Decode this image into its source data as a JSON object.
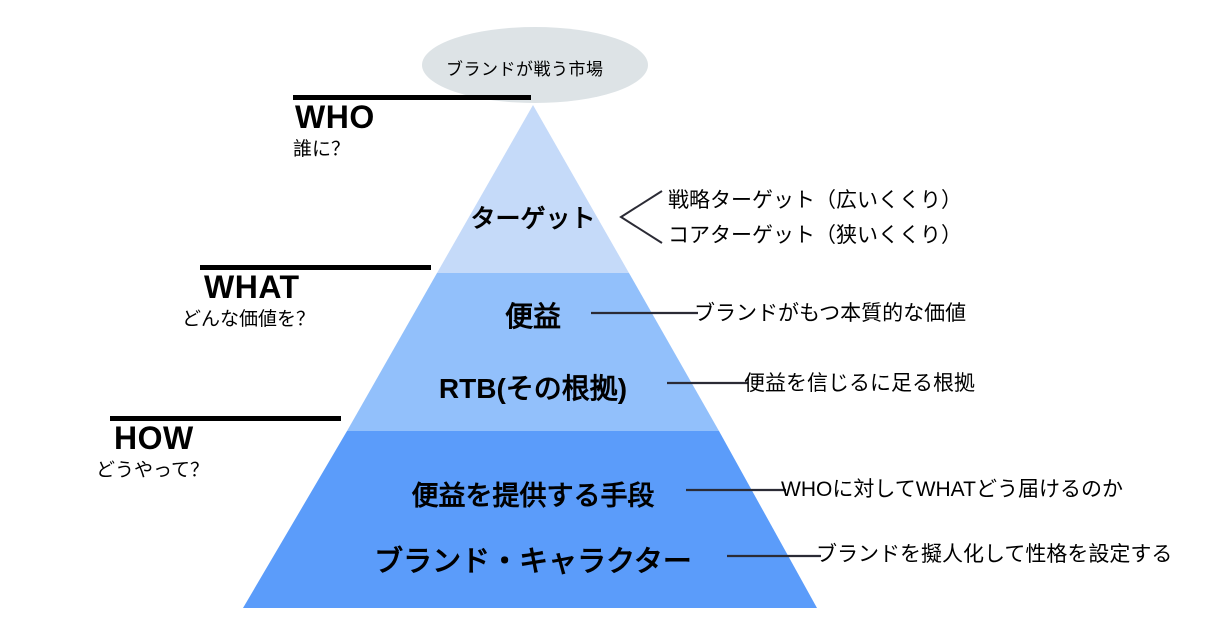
{
  "diagram": {
    "title_ellipse": "ブランドが戦う市場",
    "questions": [
      {
        "key": "who",
        "main": "WHO",
        "sub": "誰に？"
      },
      {
        "key": "what",
        "main": "WHAT",
        "sub": "どんな価値を？"
      },
      {
        "key": "how",
        "main": "HOW",
        "sub": "どうやって？"
      }
    ],
    "bands": [
      {
        "key": "target",
        "title": "ターゲット",
        "color": "#c5daf9"
      },
      {
        "key": "benefit",
        "title": "便益",
        "color": "#92c0fb"
      },
      {
        "key": "rtb",
        "title": "RTB(その根拠)",
        "color": "#92c0fb"
      },
      {
        "key": "means",
        "title": "便益を提供する手段",
        "color": "#5b9cfa"
      },
      {
        "key": "char",
        "title": "ブランド・キャラクター",
        "color": "#5b9cfa"
      }
    ],
    "notes": {
      "target_1": "戦略ターゲット（広いくくり）",
      "target_2": "コアターゲット（狭いくくり）",
      "benefit": "ブランドがもつ本質的な価値",
      "rtb": "便益を信じるに足る根拠",
      "means": "WHOに対してWHATどう届けるのか",
      "character": "ブランドを擬人化して性格を設定する"
    },
    "colors": {
      "ellipse_fill": "#dde3e6",
      "band_light": "#c5daf9",
      "band_mid": "#92c0fb",
      "band_dark": "#5b9cfa",
      "rule": "#000000",
      "connector": "#2b2b35",
      "background": "#ffffff"
    }
  }
}
